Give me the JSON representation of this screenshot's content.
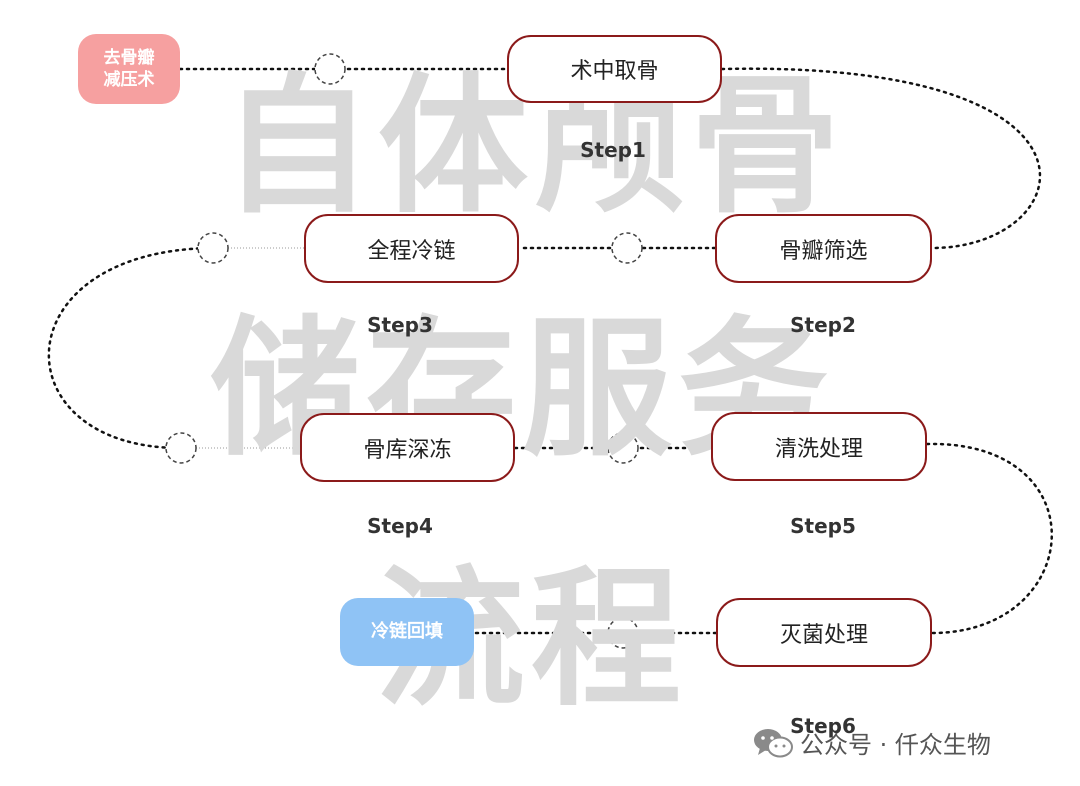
{
  "watermark": {
    "line1": "自体颅骨",
    "line2": "储存服务",
    "line3": "流程"
  },
  "start_tag": {
    "line1": "去骨瓣",
    "line2": "减压术"
  },
  "end_tag": "冷链回填",
  "steps": [
    {
      "label": "Step1",
      "text": "术中取骨"
    },
    {
      "label": "Step2",
      "text": "骨瓣筛选"
    },
    {
      "label": "Step3",
      "text": "全程冷链"
    },
    {
      "label": "Step4",
      "text": "骨库深冻"
    },
    {
      "label": "Step5",
      "text": "清洗处理"
    },
    {
      "label": "Step6",
      "text": "灭菌处理"
    }
  ],
  "credit": "公众号 · 仟众生物",
  "colors": {
    "box_border": "#8b1a1a",
    "start_tag": "#f6a0a0",
    "end_tag": "#8fc3f5",
    "connector": "#111111",
    "watermark": "#d9d9d9"
  },
  "icons": {
    "credit": "wechat-icon"
  }
}
